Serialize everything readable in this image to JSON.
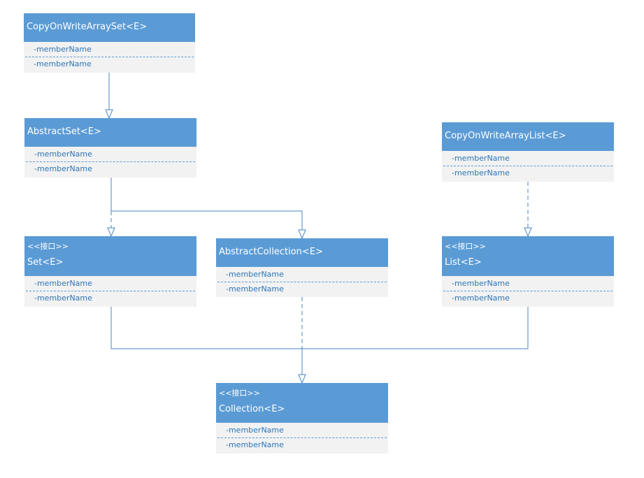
{
  "colors": {
    "header": "#5b9bd5",
    "body": "#f2f2f2",
    "member_text": "#2e75b6",
    "connector": "#4a86c4"
  },
  "classes": [
    {
      "id": "cowas",
      "stereotype": "",
      "title": "CopyOnWriteArraySet<E>",
      "members": [
        "-memberName",
        "-memberName"
      ]
    },
    {
      "id": "abstractset",
      "stereotype": "",
      "title": "AbstractSet<E>",
      "members": [
        "-memberName",
        "-memberName"
      ]
    },
    {
      "id": "cowal",
      "stereotype": "",
      "title": "CopyOnWriteArrayList<E>",
      "members": [
        "-memberName",
        "-memberName"
      ]
    },
    {
      "id": "set",
      "stereotype": "<<接口>>",
      "title": "Set<E>",
      "members": [
        "-memberName",
        "-memberName"
      ]
    },
    {
      "id": "abstractcollection",
      "stereotype": "",
      "title": "AbstractCollection<E>",
      "members": [
        "-memberName",
        "-memberName"
      ]
    },
    {
      "id": "list",
      "stereotype": "<<接口>>",
      "title": "List<E>",
      "members": [
        "-memberName",
        "-memberName"
      ]
    },
    {
      "id": "collection",
      "stereotype": "<<接口>>",
      "title": "Collection<E>",
      "members": [
        "-memberName",
        "-memberName"
      ]
    }
  ],
  "relations": [
    {
      "from": "cowas",
      "to": "abstractset",
      "kind": "generalization"
    },
    {
      "from": "abstractset",
      "to": "set",
      "kind": "realization"
    },
    {
      "from": "abstractset",
      "to": "abstractcollection",
      "kind": "generalization"
    },
    {
      "from": "cowal",
      "to": "list",
      "kind": "realization"
    },
    {
      "from": "abstractcollection",
      "to": "collection",
      "kind": "realization"
    },
    {
      "from": "set",
      "to": "collection",
      "kind": "generalization"
    },
    {
      "from": "list",
      "to": "collection",
      "kind": "generalization"
    }
  ]
}
